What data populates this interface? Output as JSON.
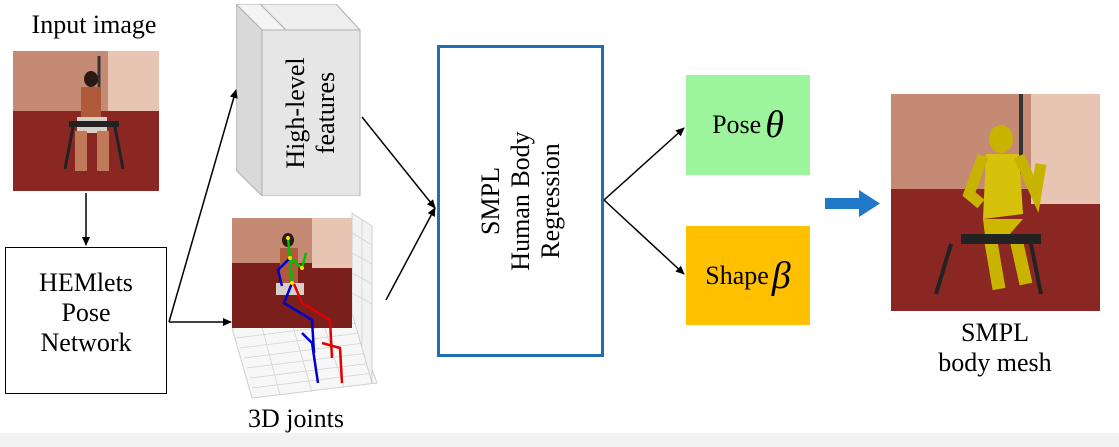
{
  "input_image_label": "Input image",
  "hemlets": {
    "line1": "HEMlets",
    "line2": "Pose",
    "line3": "Network"
  },
  "features": {
    "line1": "High-level",
    "line2": "features"
  },
  "joints_label": "3D joints",
  "smpl_box": {
    "line1": "SMPL",
    "line2": "Human Body",
    "line3": "Regression"
  },
  "pose": {
    "text": "Pose",
    "symbol": "θ",
    "color": "#9cf59c"
  },
  "shape": {
    "text": "Shape",
    "symbol": "β",
    "color": "#ffc000"
  },
  "output": {
    "line1": "SMPL",
    "line2": "body mesh"
  },
  "colors": {
    "regression_border": "#1f6fb2",
    "arrow_blue": "#1f78c8"
  }
}
